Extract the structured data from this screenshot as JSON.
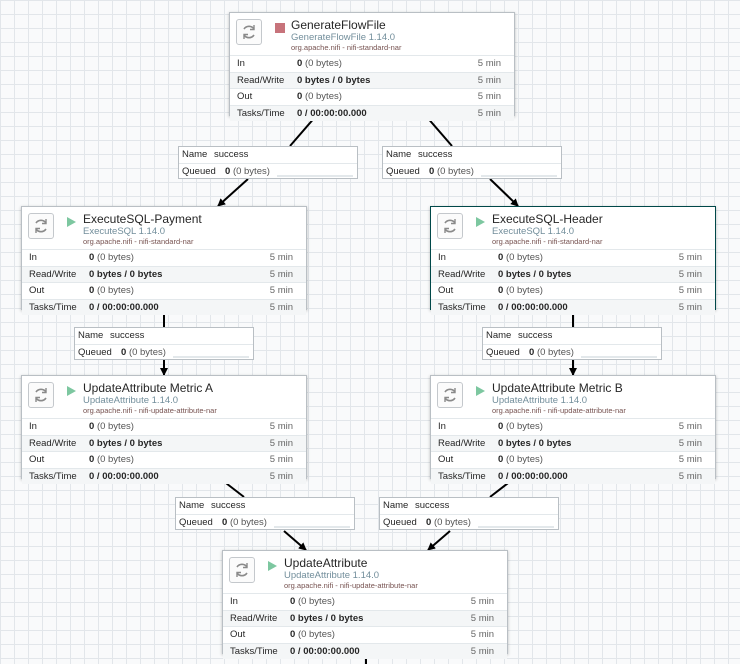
{
  "processors": [
    {
      "id": "generate",
      "name": "GenerateFlowFile",
      "type": "GenerateFlowFile 1.14.0",
      "bundle": "org.apache.nifi - nifi-standard-nar",
      "state": "stopped",
      "stats": {
        "in_label": "In",
        "in_value": "0",
        "in_bytes": "(0 bytes)",
        "rw_label": "Read/Write",
        "rw_value": "0 bytes / 0 bytes",
        "out_label": "Out",
        "out_value": "0",
        "out_bytes": "(0 bytes)",
        "tasks_label": "Tasks/Time",
        "tasks_value": "0 / 00:00:00.000",
        "window": "5 min"
      }
    },
    {
      "id": "payment",
      "name": "ExecuteSQL-Payment",
      "type": "ExecuteSQL 1.14.0",
      "bundle": "org.apache.nifi - nifi-standard-nar",
      "state": "running",
      "stats": {
        "in_label": "In",
        "in_value": "0",
        "in_bytes": "(0 bytes)",
        "rw_label": "Read/Write",
        "rw_value": "0 bytes / 0 bytes",
        "out_label": "Out",
        "out_value": "0",
        "out_bytes": "(0 bytes)",
        "tasks_label": "Tasks/Time",
        "tasks_value": "0 / 00:00:00.000",
        "window": "5 min"
      }
    },
    {
      "id": "header",
      "name": "ExecuteSQL-Header",
      "type": "ExecuteSQL 1.14.0",
      "bundle": "org.apache.nifi - nifi-standard-nar",
      "state": "running",
      "stats": {
        "in_label": "In",
        "in_value": "0",
        "in_bytes": "(0 bytes)",
        "rw_label": "Read/Write",
        "rw_value": "0 bytes / 0 bytes",
        "out_label": "Out",
        "out_value": "0",
        "out_bytes": "(0 bytes)",
        "tasks_label": "Tasks/Time",
        "tasks_value": "0 / 00:00:00.000",
        "window": "5 min"
      }
    },
    {
      "id": "metricA",
      "name": "UpdateAttribute Metric A",
      "type": "UpdateAttribute 1.14.0",
      "bundle": "org.apache.nifi - nifi-update-attribute-nar",
      "state": "running",
      "stats": {
        "in_label": "In",
        "in_value": "0",
        "in_bytes": "(0 bytes)",
        "rw_label": "Read/Write",
        "rw_value": "0 bytes / 0 bytes",
        "out_label": "Out",
        "out_value": "0",
        "out_bytes": "(0 bytes)",
        "tasks_label": "Tasks/Time",
        "tasks_value": "0 / 00:00:00.000",
        "window": "5 min"
      }
    },
    {
      "id": "metricB",
      "name": "UpdateAttribute Metric B",
      "type": "UpdateAttribute 1.14.0",
      "bundle": "org.apache.nifi - nifi-update-attribute-nar",
      "state": "running",
      "stats": {
        "in_label": "In",
        "in_value": "0",
        "in_bytes": "(0 bytes)",
        "rw_label": "Read/Write",
        "rw_value": "0 bytes / 0 bytes",
        "out_label": "Out",
        "out_value": "0",
        "out_bytes": "(0 bytes)",
        "tasks_label": "Tasks/Time",
        "tasks_value": "0 / 00:00:00.000",
        "window": "5 min"
      }
    },
    {
      "id": "update",
      "name": "UpdateAttribute",
      "type": "UpdateAttribute 1.14.0",
      "bundle": "org.apache.nifi - nifi-update-attribute-nar",
      "state": "running",
      "stats": {
        "in_label": "In",
        "in_value": "0",
        "in_bytes": "(0 bytes)",
        "rw_label": "Read/Write",
        "rw_value": "0 bytes / 0 bytes",
        "out_label": "Out",
        "out_value": "0",
        "out_bytes": "(0 bytes)",
        "tasks_label": "Tasks/Time",
        "tasks_value": "0 / 00:00:00.000",
        "window": "5 min"
      }
    }
  ],
  "connections": [
    {
      "id": "c1",
      "name_label": "Name",
      "name": "success",
      "queued_label": "Queued",
      "queued_count": "0",
      "queued_bytes": "(0 bytes)"
    },
    {
      "id": "c2",
      "name_label": "Name",
      "name": "success",
      "queued_label": "Queued",
      "queued_count": "0",
      "queued_bytes": "(0 bytes)"
    },
    {
      "id": "c3",
      "name_label": "Name",
      "name": "success",
      "queued_label": "Queued",
      "queued_count": "0",
      "queued_bytes": "(0 bytes)"
    },
    {
      "id": "c4",
      "name_label": "Name",
      "name": "success",
      "queued_label": "Queued",
      "queued_count": "0",
      "queued_bytes": "(0 bytes)"
    },
    {
      "id": "c5",
      "name_label": "Name",
      "name": "success",
      "queued_label": "Queued",
      "queued_count": "0",
      "queued_bytes": "(0 bytes)"
    },
    {
      "id": "c6",
      "name_label": "Name",
      "name": "success",
      "queued_label": "Queued",
      "queued_count": "0",
      "queued_bytes": "(0 bytes)"
    }
  ],
  "colors": {
    "running": "#7dc7a0",
    "stopped": "#c7737b",
    "selected_border": "#004849",
    "type_text": "#728e9b",
    "bundle_text": "#775351"
  },
  "icons": {
    "processor": "processor-icon",
    "running": "play-icon",
    "stopped": "stop-icon"
  }
}
